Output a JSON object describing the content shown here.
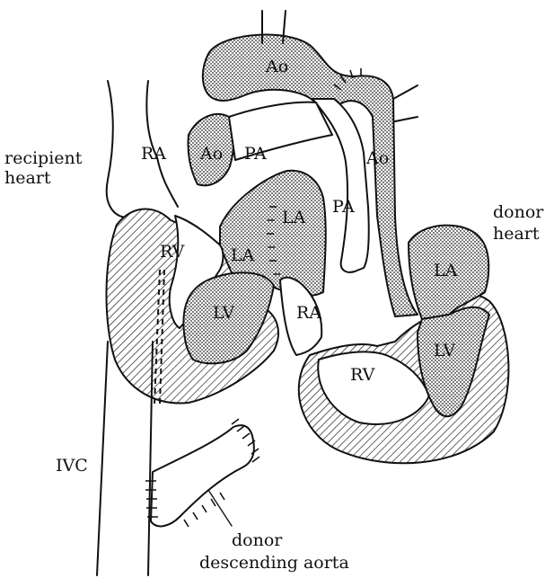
{
  "labels": {
    "recipient_heart_line1": "recipient",
    "recipient_heart_line2": "heart",
    "donor_heart_line1": "donor",
    "donor_heart_line2": "heart",
    "ivc": "IVC",
    "donor_aorta_line1": "donor",
    "donor_aorta_line2": "descending aorta"
  },
  "recipient": {
    "ra": "RA",
    "ao": "Ao",
    "pa": "PA",
    "rv": "RV",
    "la": "LA",
    "lv": "LV"
  },
  "donor": {
    "ao_top": "Ao",
    "ao_right": "Ao",
    "pa": "PA",
    "la_left": "LA",
    "la_right": "LA",
    "lv": "LV",
    "ra": "RA",
    "rv": "RV"
  }
}
